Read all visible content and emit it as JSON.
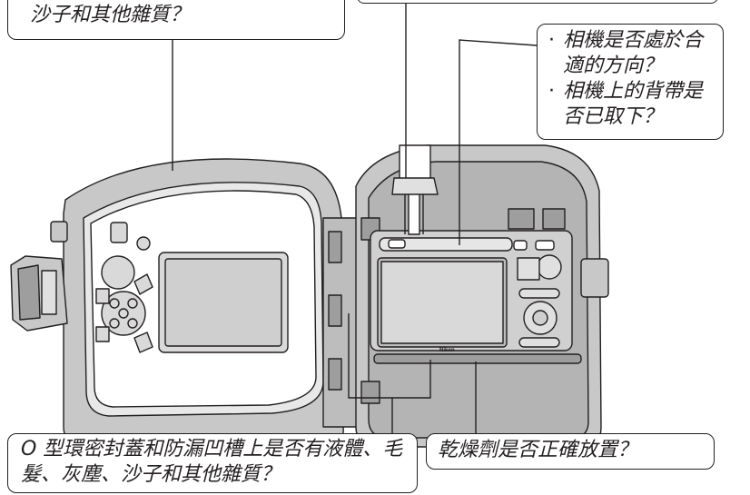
{
  "callouts": {
    "top_left": "沙子和其他雜質？",
    "right_items": [
      "相機是否處於合適的方向？",
      "相機上的背帶是否已取下？"
    ],
    "bottom_left": "O 型環密封蓋和防漏凹槽上是否有液體、毛髮、灰塵、沙子和其他雜質？",
    "bottom_right": "乾燥劑是否正確放置？"
  },
  "camera": {
    "brand": "Nikon"
  },
  "colors": {
    "housing": "#c8c8c8",
    "housing_dark": "#7a7a7a",
    "outline": "#231f20",
    "screen": "#d9d9d9"
  }
}
